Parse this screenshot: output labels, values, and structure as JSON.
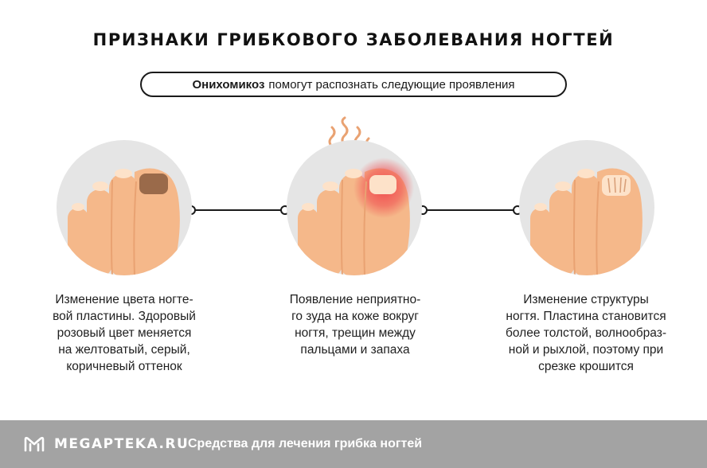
{
  "title": "ПРИЗНАКИ ГРИБКОВОГО ЗАБОЛЕВАНИЯ НОГТЕЙ",
  "subtitle": {
    "bold": "Онихомикоз",
    "rest": "помогут распознать следующие проявления"
  },
  "signs": [
    {
      "icon": "toe-discolored-nail-icon",
      "lines": [
        "Изменение цвета ногте-",
        "вой пластины. Здоровый",
        "розовый цвет меняется",
        "на желтоватый, серый,",
        "коричневый оттенок"
      ]
    },
    {
      "icon": "toe-itch-odor-icon",
      "lines": [
        "Появление неприятно-",
        "го зуда на коже вокруг",
        "ногтя, трещин между",
        "пальцами и запаха"
      ]
    },
    {
      "icon": "toe-brittle-nail-icon",
      "lines": [
        "Изменение структуры",
        "ногтя. Пластина становится",
        "более толстой, волнообраз-",
        "ной и рыхлой, поэтому при",
        "срезке крошится"
      ]
    }
  ],
  "colors": {
    "skin": "#f5b88a",
    "skin_shadow": "#e9a272",
    "nail": "#fde2c9",
    "nail_discolored": "#9a6a4a",
    "redness": "#f0474b",
    "odor": "#e9a272",
    "circle_bg": "#e5e5e5",
    "footer_bg": "#a3a3a3"
  },
  "footer": {
    "brand": "MEGAPTEKA.RU",
    "tagline": "Средства для лечения грибка ногтей",
    "logo_icon": "megapteka-logo-icon"
  }
}
